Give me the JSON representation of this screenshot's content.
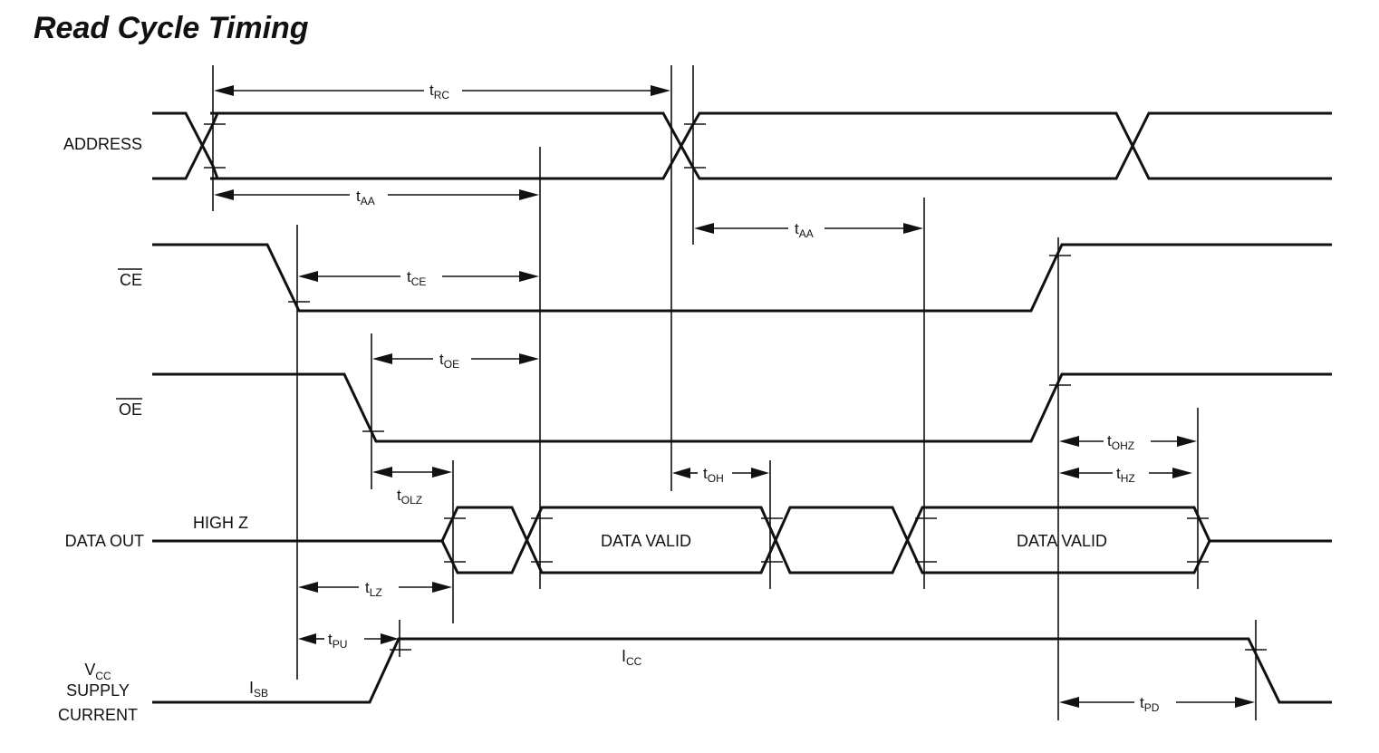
{
  "title": "Read Cycle Timing",
  "signals": {
    "address": "ADDRESS",
    "ce": "CE",
    "oe": "OE",
    "data_out": "DATA OUT",
    "vcc_line1": "V",
    "vcc_line1_sub": "CC",
    "vcc_line2": "SUPPLY",
    "vcc_line3": "CURRENT"
  },
  "annotations": {
    "high_z": "HIGH Z",
    "data_valid_1": "DATA VALID",
    "data_valid_2": "DATA VALID",
    "isb": "I",
    "isb_sub": "SB",
    "icc": "I",
    "icc_sub": "CC"
  },
  "timing": {
    "trc": {
      "t": "t",
      "sub": "RC"
    },
    "taa1": {
      "t": "t",
      "sub": "AA"
    },
    "taa2": {
      "t": "t",
      "sub": "AA"
    },
    "tce": {
      "t": "t",
      "sub": "CE"
    },
    "toe": {
      "t": "t",
      "sub": "OE"
    },
    "tolz": {
      "t": "t",
      "sub": "OLZ"
    },
    "toh": {
      "t": "t",
      "sub": "OH"
    },
    "tohz": {
      "t": "t",
      "sub": "OHZ"
    },
    "thz": {
      "t": "t",
      "sub": "HZ"
    },
    "tlz": {
      "t": "t",
      "sub": "LZ"
    },
    "tpu": {
      "t": "t",
      "sub": "PU"
    },
    "tpd": {
      "t": "t",
      "sub": "PD"
    }
  }
}
